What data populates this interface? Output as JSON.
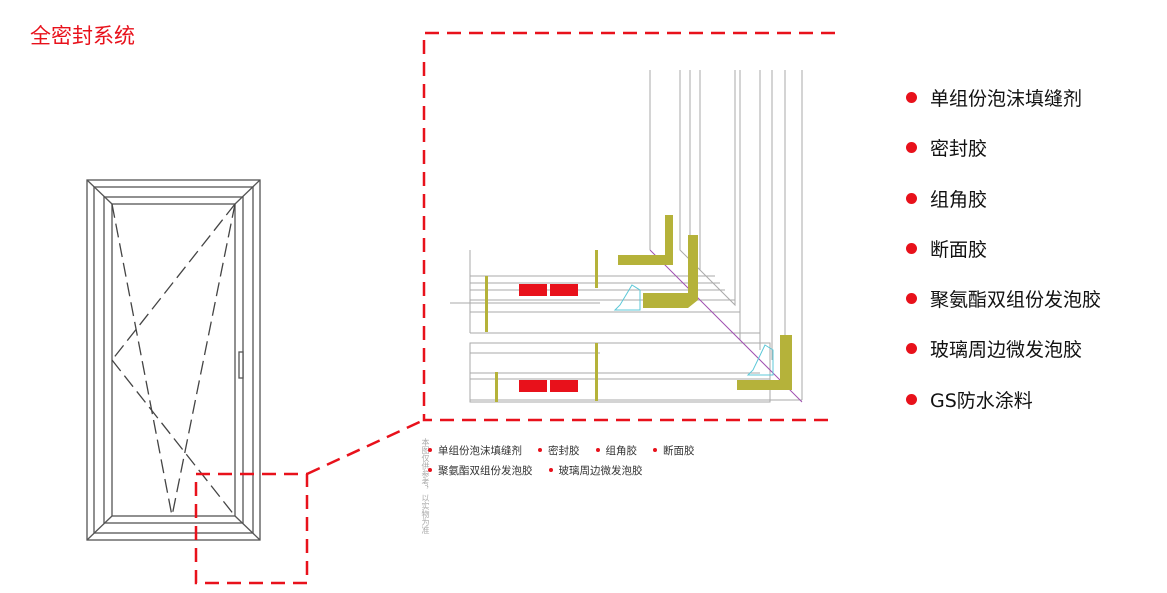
{
  "title": "全密封系统",
  "legend": {
    "color": "#e8111b",
    "items": [
      "单组份泡沫填缝剂",
      "密封胶",
      "组角胶",
      "断面胶",
      "聚氨酯双组份发泡胶",
      "玻璃周边微发泡胶",
      "GS防水涂料"
    ]
  },
  "detail_legend": {
    "row1": [
      "单组份泡沫填缝剂",
      "密封胶",
      "组角胶",
      "断面胶"
    ],
    "row2": [
      "聚氨酯双组份发泡胶",
      "玻璃周边微发泡胶"
    ]
  },
  "note": "本图仅供参考，以实物为准"
}
